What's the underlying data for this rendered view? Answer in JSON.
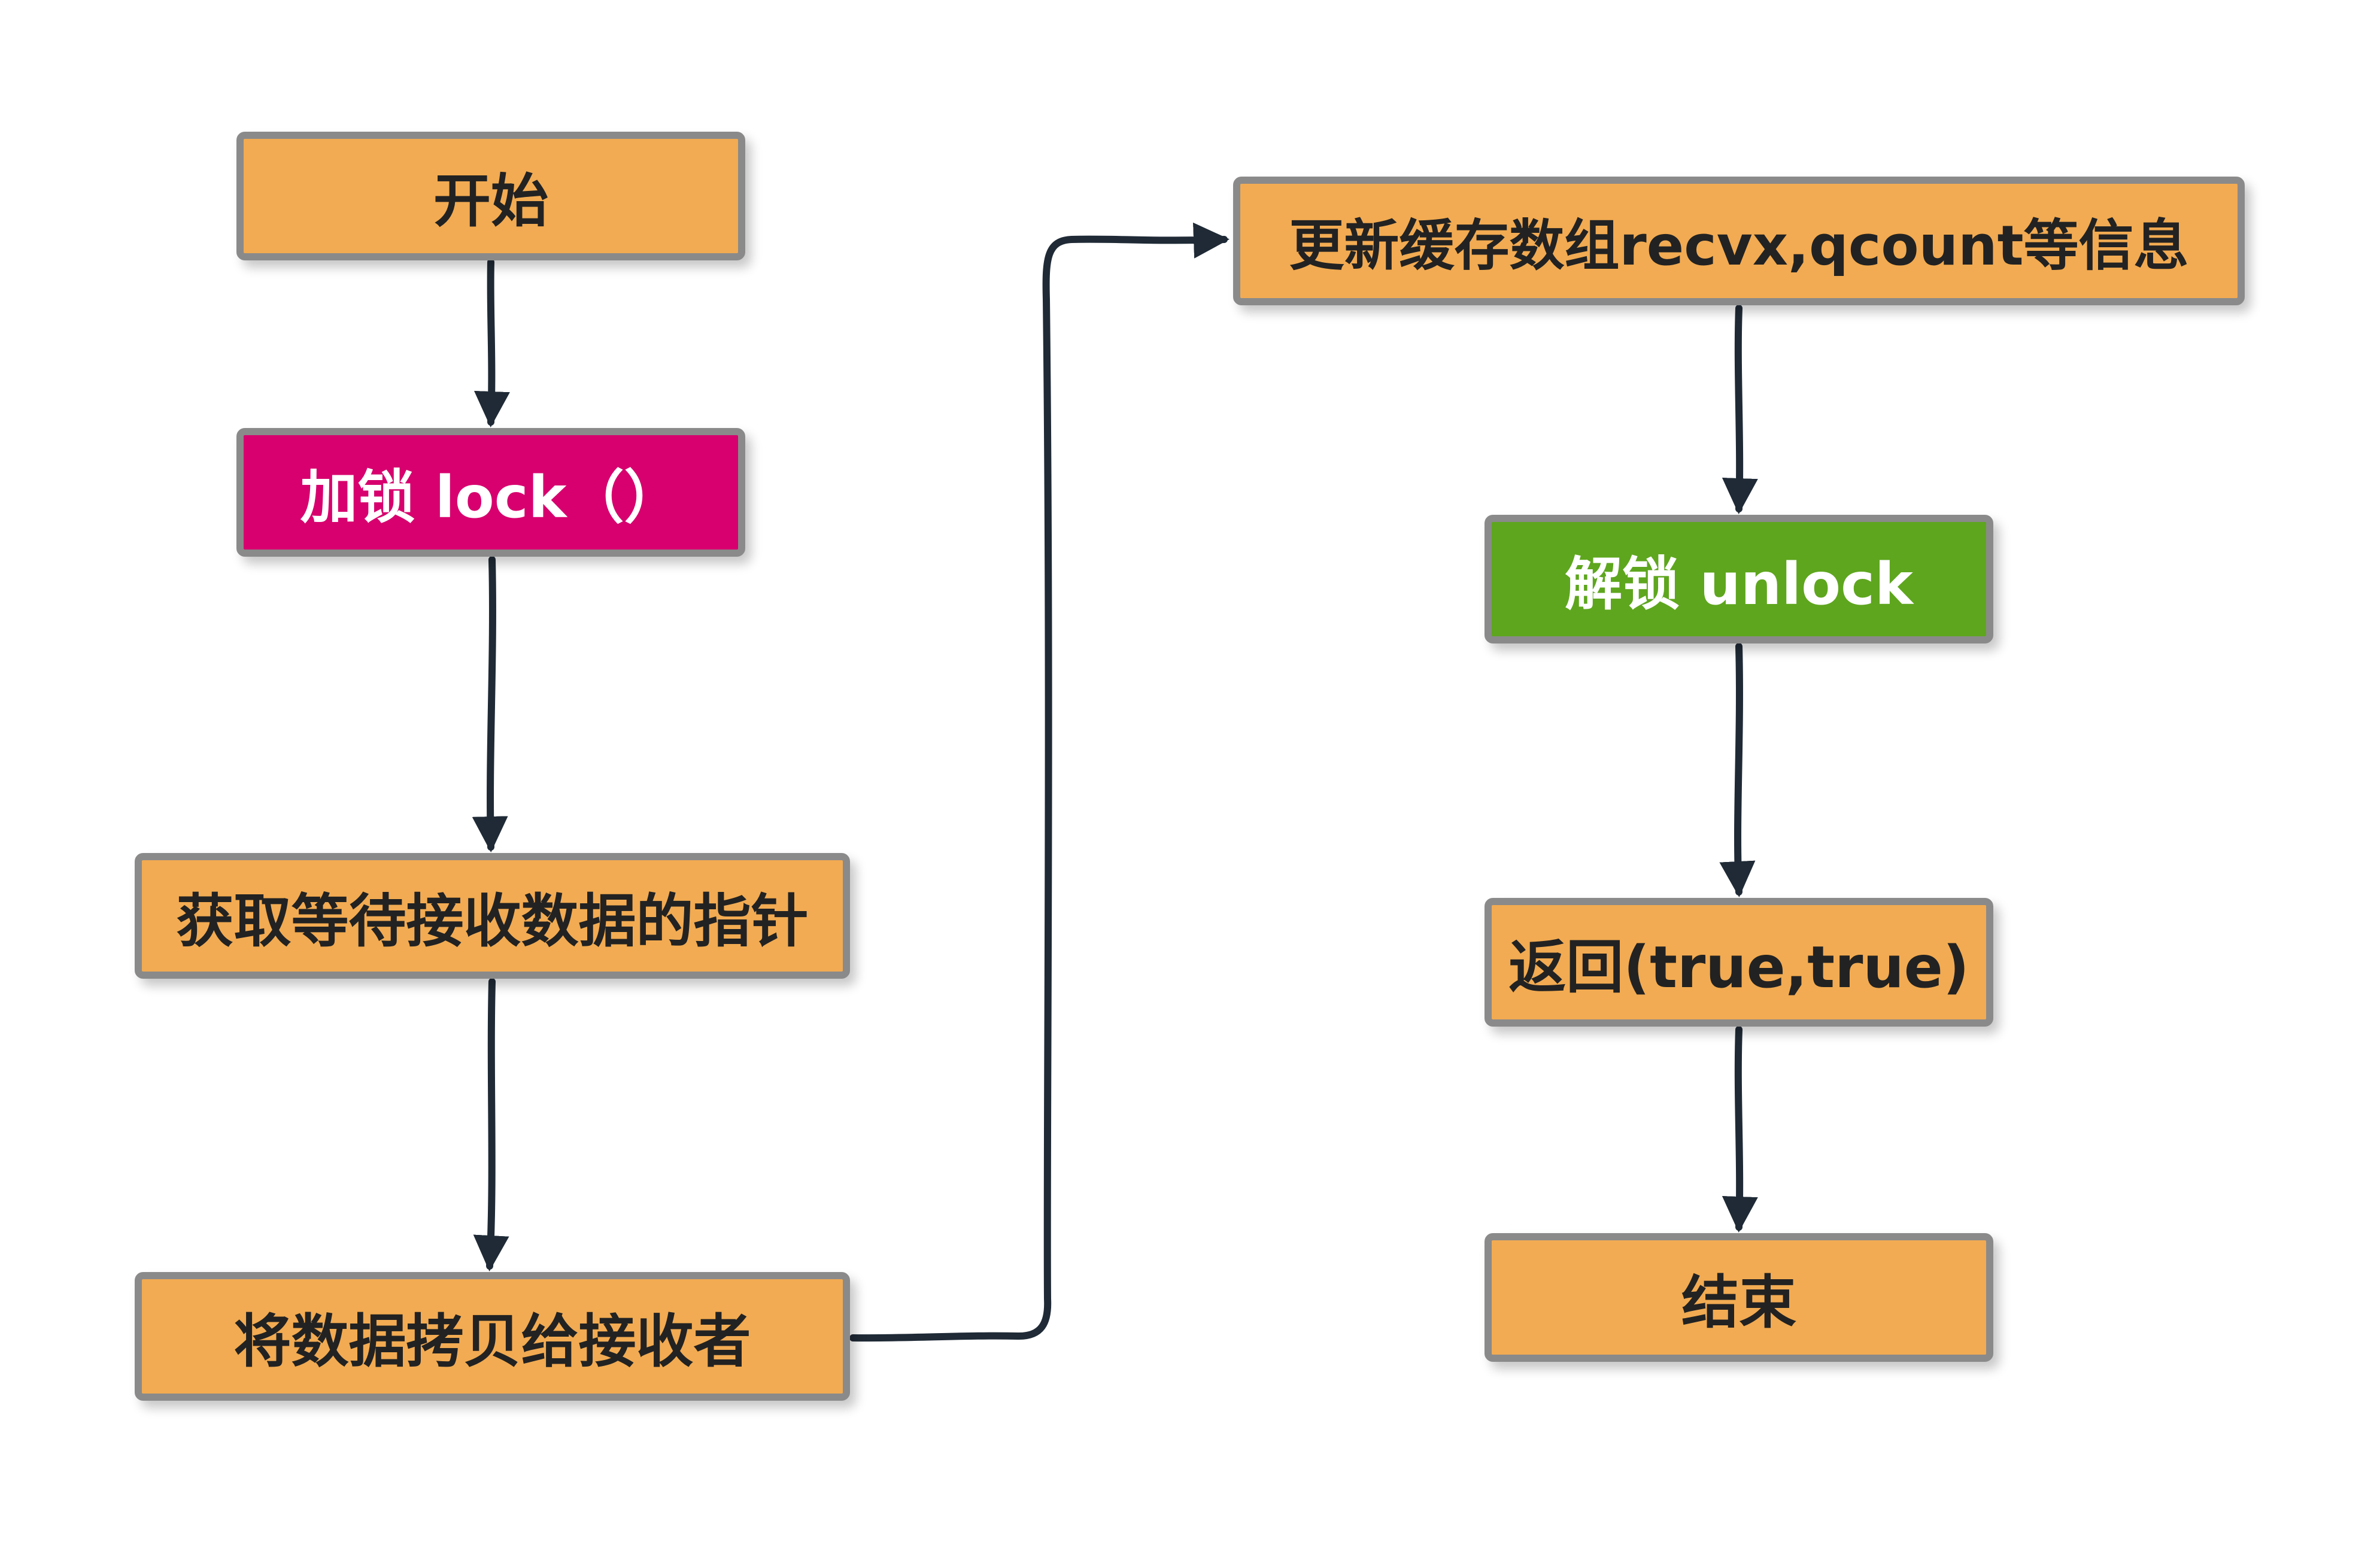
{
  "colors": {
    "process_fill": "#f2ab52",
    "lock_fill": "#d7006e",
    "unlock_fill": "#5ea61e",
    "border": "#8a8a8a",
    "arrow": "#1f2a36"
  },
  "nodes": {
    "start": "开始",
    "lock": "加锁 lock（）",
    "get_pointer": "获取等待接收数据的指针",
    "copy_data": "将数据拷贝给接收者",
    "update_info": "更新缓存数组recvx,qcount等信息",
    "unlock": "解锁 unlock",
    "return": "返回(true,true)",
    "end": "结束"
  }
}
